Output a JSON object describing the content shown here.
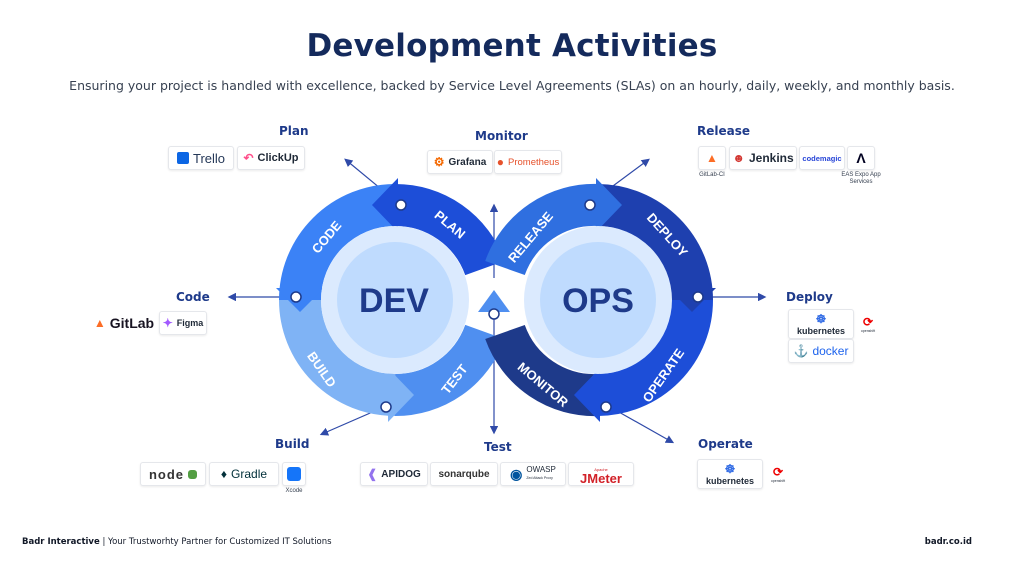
{
  "header": {
    "title": "Development Activities",
    "subtitle": "Ensuring your project is handled with excellence, backed by Service Level Agreements (SLAs) on an hourly, daily, weekly, and monthly basis."
  },
  "loop": {
    "center_left": "DEV",
    "center_right": "OPS",
    "stages": {
      "plan": "PLAN",
      "code": "CODE",
      "build": "BUILD",
      "test": "TEST",
      "release": "RELEASE",
      "deploy": "DEPLOY",
      "operate": "OPERATE",
      "monitor": "MONITOR"
    }
  },
  "sections": {
    "plan": {
      "label": "Plan",
      "tools": [
        "Trello",
        "ClickUp"
      ]
    },
    "monitor": {
      "label": "Monitor",
      "tools": [
        "Grafana",
        "Prometheus"
      ]
    },
    "release": {
      "label": "Release",
      "tools": [
        "GitLab-CI",
        "Jenkins",
        "codemagic",
        "EAS Expo App Services"
      ]
    },
    "code": {
      "label": "Code",
      "tools": [
        "GitLab",
        "Figma"
      ]
    },
    "deploy": {
      "label": "Deploy",
      "tools": [
        "kubernetes",
        "openshift",
        "docker"
      ]
    },
    "build": {
      "label": "Build",
      "tools": [
        "node",
        "Gradle",
        "Xcode"
      ]
    },
    "test": {
      "label": "Test",
      "tools": [
        "APIDOG",
        "sonarqube",
        "OWASP",
        "Zed Attack Proxy",
        "Apache",
        "JMeter"
      ]
    },
    "operate": {
      "label": "Operate",
      "tools": [
        "kubernetes",
        "openshift"
      ]
    }
  },
  "footer": {
    "brand": "Badr Interactive",
    "separator": " | ",
    "tagline": "Your Trustworhty Partner for Customized IT Solutions",
    "website": "badr.co.id"
  },
  "colors": {
    "title": "#142a5c",
    "dark_blue": "#1e40af",
    "mid_blue": "#2563eb",
    "light_blue": "#60a5fa",
    "center_fill": "#bfdbfe"
  }
}
